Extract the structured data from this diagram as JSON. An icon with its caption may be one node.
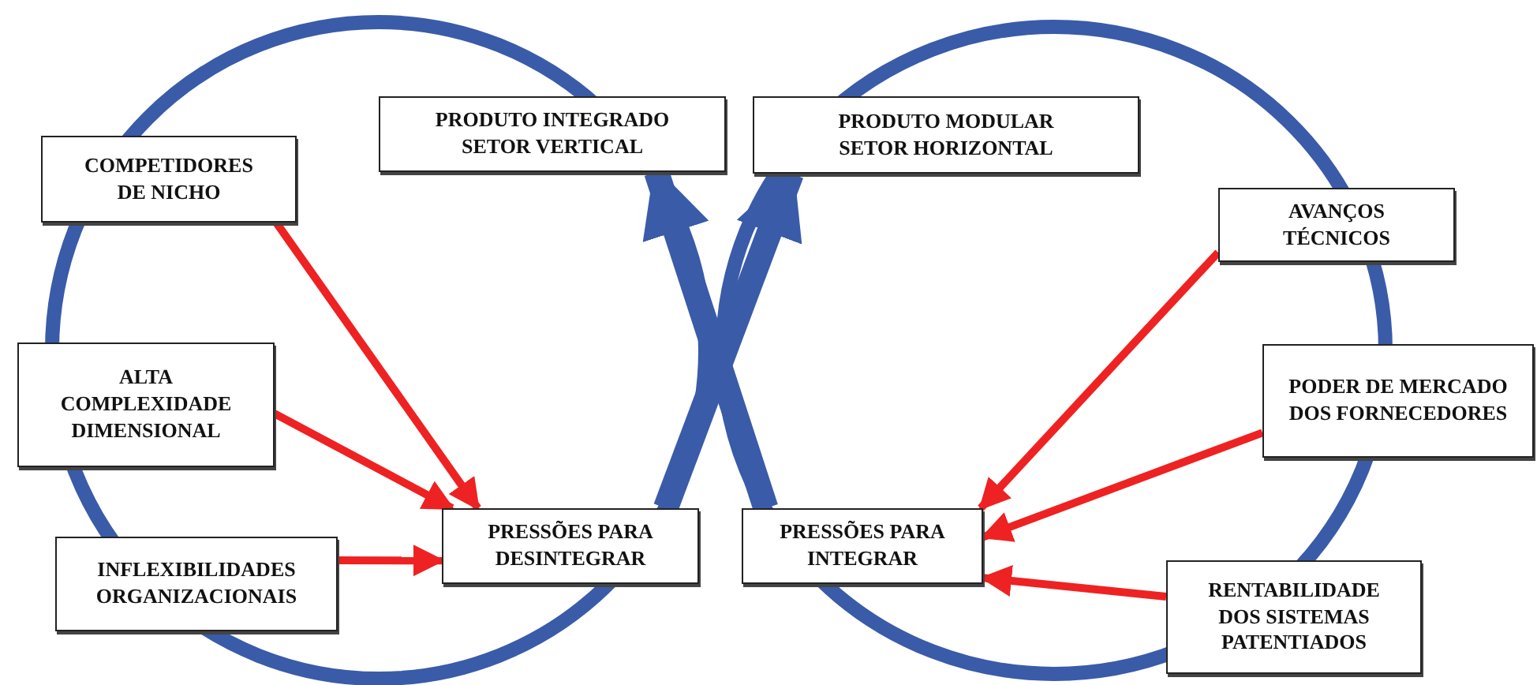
{
  "diagram": {
    "nodes": [
      {
        "text": [
          "PRODUTO INTEGRADO SETOR VERTICAL"
        ]
      },
      {
        "text": [
          "PRODUTO MODULAR SETOR HORIZONTAL"
        ]
      },
      {
        "text": [
          "COMPETIDORES DE NICHO"
        ]
      },
      {
        "text": [
          "ALTA COMPLEXIDADE DIMENSIONAL"
        ]
      },
      {
        "text": [
          "INFLEXIBILIDADES ORGANIZACIONAIS"
        ]
      },
      {
        "text": [
          "PRESSÕES PARA DESINTEGRAR"
        ]
      },
      {
        "text": [
          "PRESSÕES PARA INTEGRAR"
        ]
      },
      {
        "text": [
          "AVANÇOS TÉCNICOS"
        ]
      },
      {
        "text": [
          "PODER DE MERCADO DOS FORNECEDORES"
        ]
      },
      {
        "text": [
          "RENTABILIDADE DOS SISTEMAS PATENTIADOS"
        ]
      }
    ],
    "edges": [
      {
        "from": 2,
        "to": 5,
        "arrow": "to",
        "color": "#ee2222"
      },
      {
        "from": 3,
        "to": 5,
        "arrow": "to",
        "color": "#ee2222"
      },
      {
        "from": 4,
        "to": 5,
        "arrow": "to",
        "color": "#ee2222"
      },
      {
        "from": 7,
        "to": 6,
        "arrow": "to",
        "color": "#ee2222"
      },
      {
        "from": 8,
        "to": 6,
        "arrow": "to",
        "color": "#ee2222"
      },
      {
        "from": 9,
        "to": 6,
        "arrow": "to",
        "color": "#ee2222"
      },
      {
        "from": 6,
        "to": 0,
        "arrow": "to",
        "style": "thick",
        "color": "#3a5ba8"
      },
      {
        "from": 5,
        "to": 1,
        "arrow": "to",
        "style": "thick",
        "color": "#3a5ba8"
      }
    ]
  }
}
